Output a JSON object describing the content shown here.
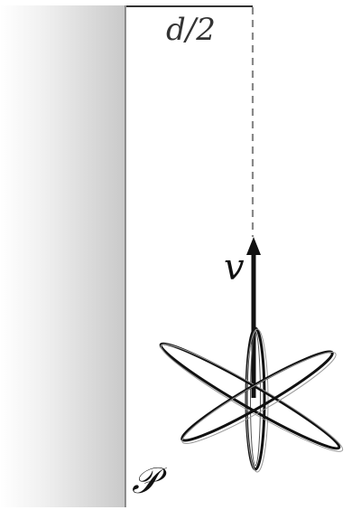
{
  "labels": {
    "distance": "d/2",
    "velocity": "v",
    "plane": "𝒫"
  },
  "colors": {
    "wall_dark": "#c9c9c9",
    "wall_light": "#ffffff",
    "ink": "#111111",
    "dashed_line": "#888888"
  }
}
